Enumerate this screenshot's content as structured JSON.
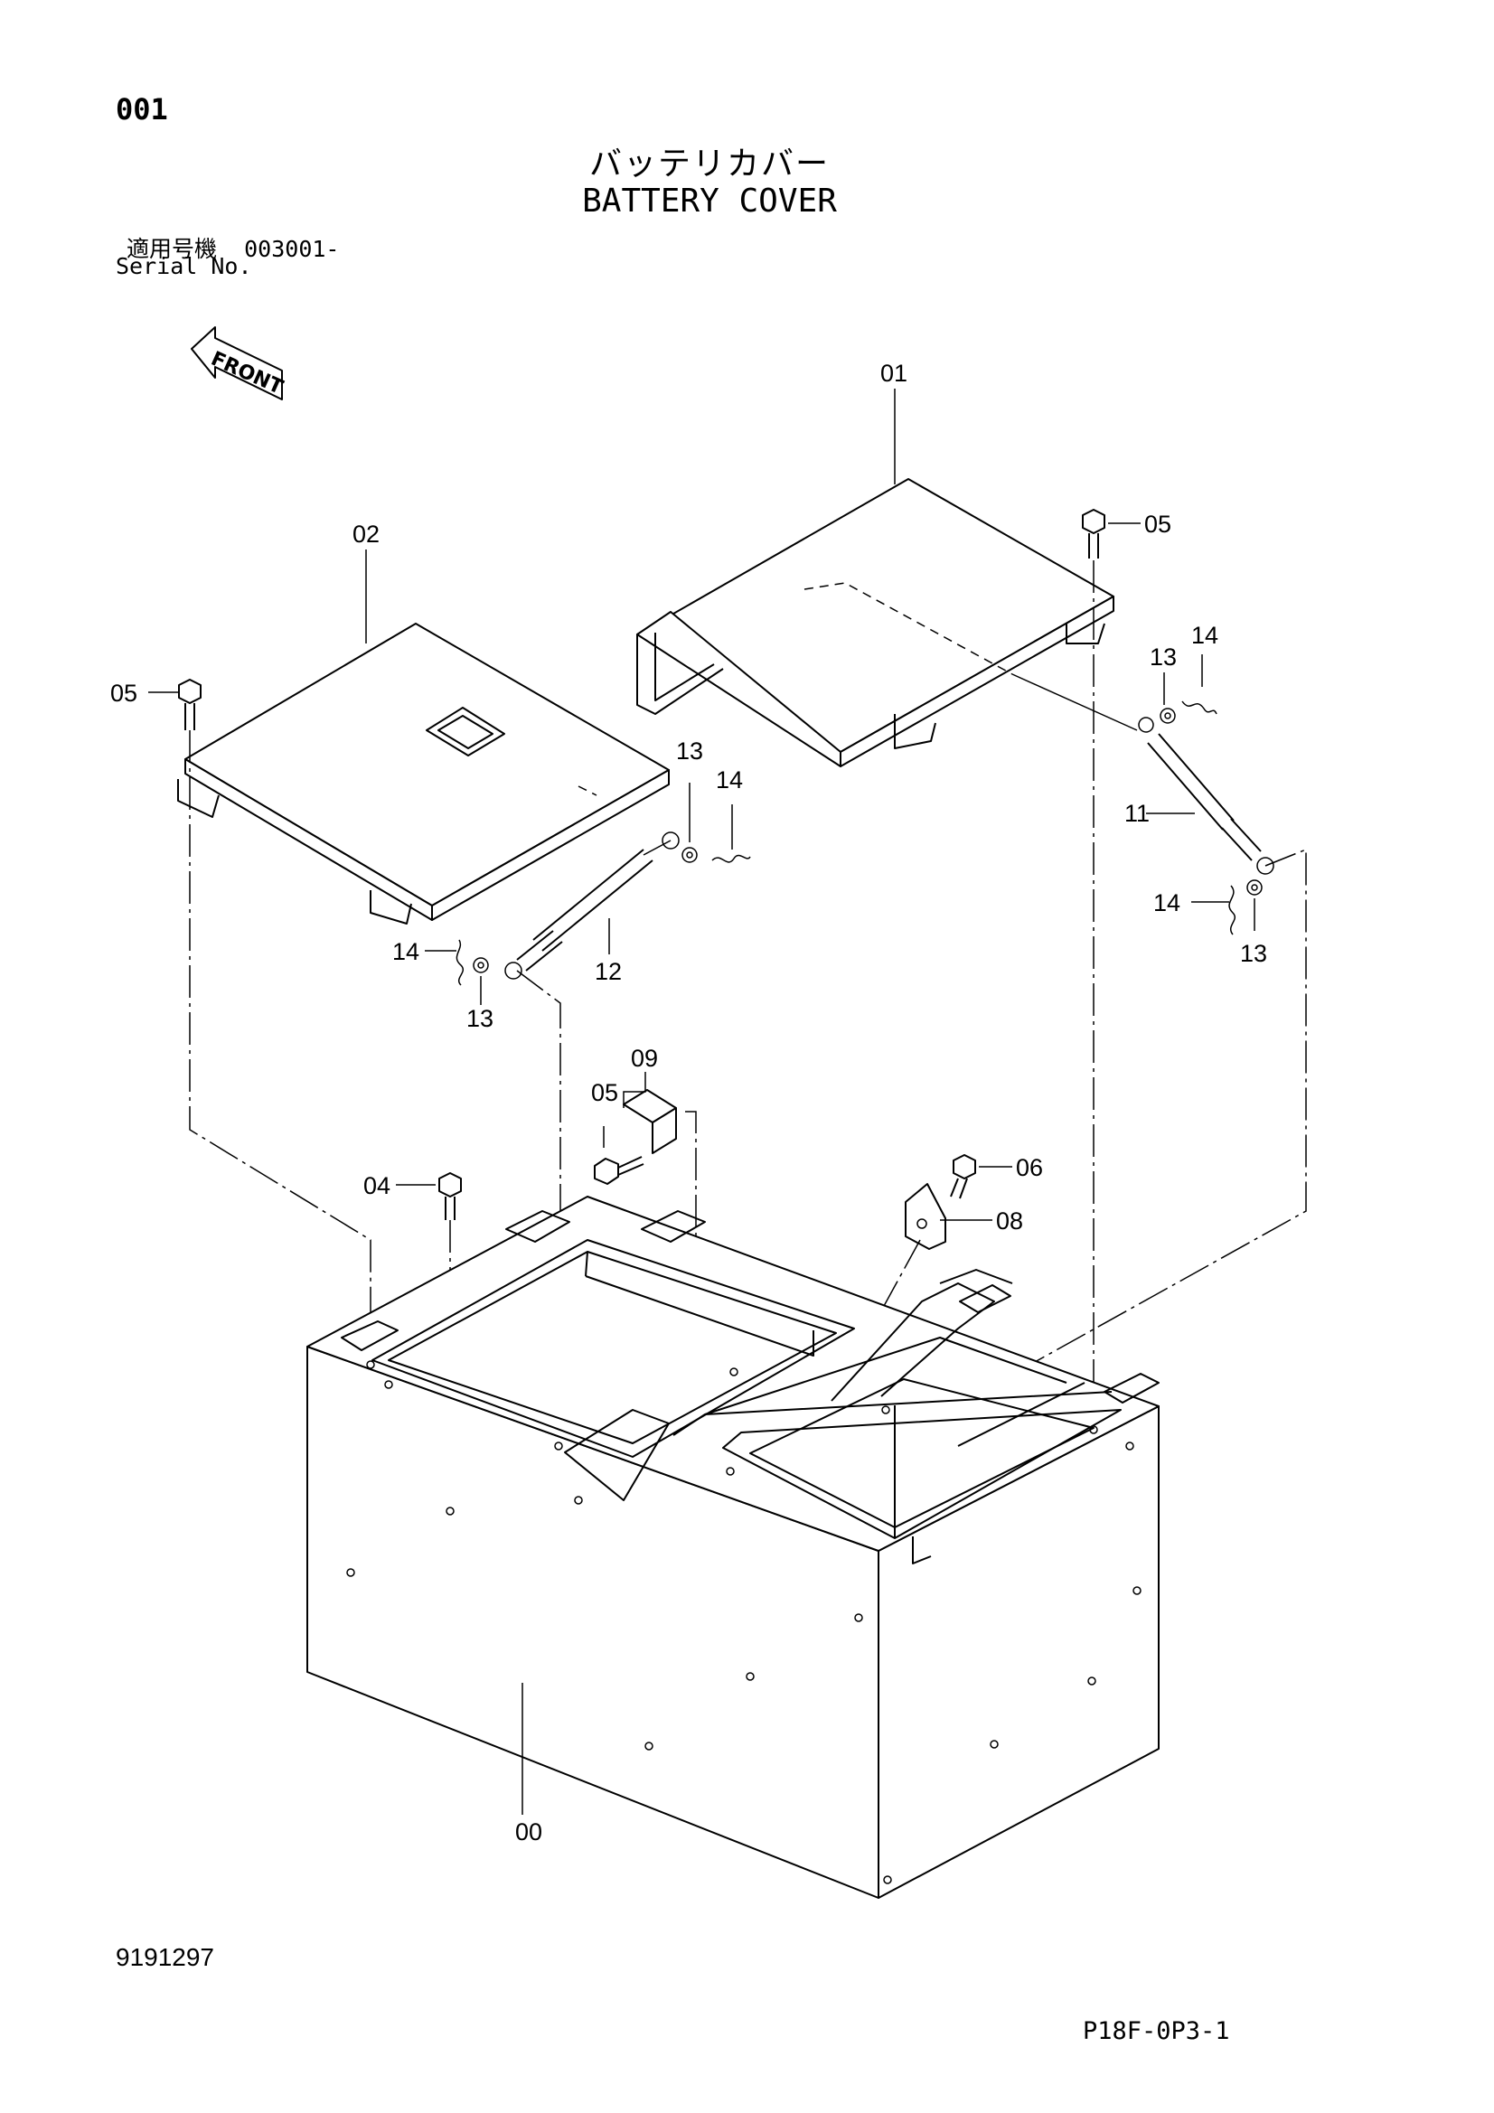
{
  "header": {
    "page_number": "001",
    "title_jp": "バッテリカバー",
    "title_en": "BATTERY COVER",
    "serial_label_jp": "適用号機",
    "serial_value": "003001-",
    "serial_label_en": "Serial No."
  },
  "orientation": {
    "front_label": "FRONT"
  },
  "callouts": [
    {
      "id": "part-00",
      "label": "00"
    },
    {
      "id": "part-01",
      "label": "01"
    },
    {
      "id": "part-02",
      "label": "02"
    },
    {
      "id": "part-04",
      "label": "04"
    },
    {
      "id": "part-05-a",
      "label": "05"
    },
    {
      "id": "part-05-b",
      "label": "05"
    },
    {
      "id": "part-05-c",
      "label": "05"
    },
    {
      "id": "part-06",
      "label": "06"
    },
    {
      "id": "part-08",
      "label": "08"
    },
    {
      "id": "part-09",
      "label": "09"
    },
    {
      "id": "part-11",
      "label": "11"
    },
    {
      "id": "part-12",
      "label": "12"
    },
    {
      "id": "part-13-a",
      "label": "13"
    },
    {
      "id": "part-13-b",
      "label": "13"
    },
    {
      "id": "part-13-c",
      "label": "13"
    },
    {
      "id": "part-13-d",
      "label": "13"
    },
    {
      "id": "part-14-a",
      "label": "14"
    },
    {
      "id": "part-14-b",
      "label": "14"
    },
    {
      "id": "part-14-c",
      "label": "14"
    },
    {
      "id": "part-14-d",
      "label": "14"
    }
  ],
  "footer": {
    "document_number": "9191297",
    "page_code": "P18F-0P3-1"
  }
}
